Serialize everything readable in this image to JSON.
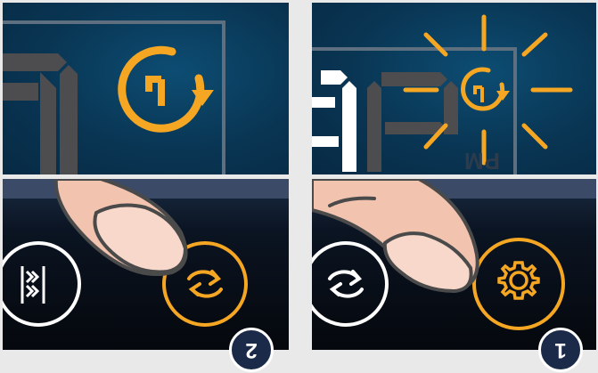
{
  "steps": {
    "step_two_number": "2",
    "step_one_number": "1"
  },
  "display": {
    "pm_label": "PM"
  },
  "colors": {
    "accent": "#f5a623",
    "screen_bg": "#093553",
    "touch_bg": "#05080d",
    "badge_bg": "#1b2a48"
  },
  "icons": {
    "rinse_symbol": "rotate-arrow-icon",
    "rinse_button": "cycle-arrows-icon",
    "settings_button": "gear-icon",
    "program_button": "dishwasher-program-icon",
    "hand": "finger-press-icon"
  }
}
